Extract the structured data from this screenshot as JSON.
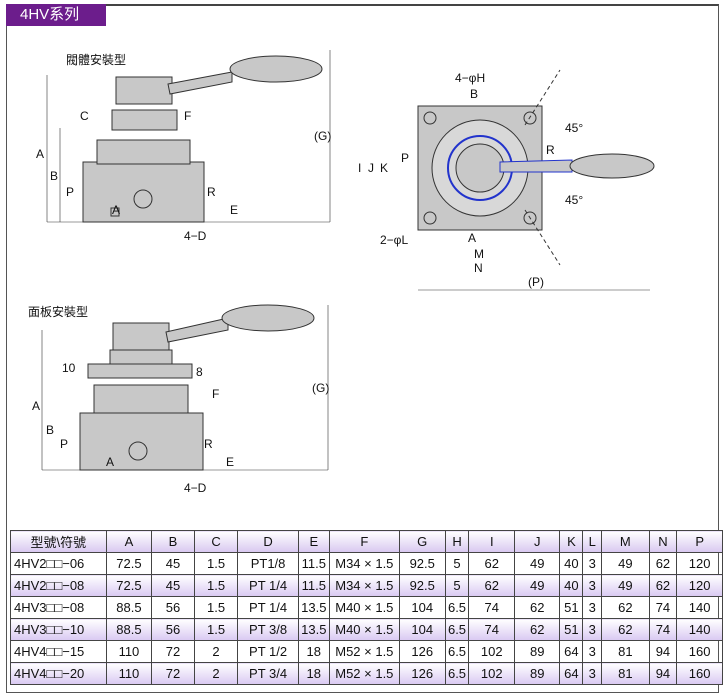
{
  "title": "4HV系列",
  "drawings": {
    "body_mount": {
      "caption": "閥體安裝型",
      "labels": [
        "A",
        "B",
        "C",
        "F",
        "(G)",
        "P",
        "R",
        "E",
        "4−D",
        "A"
      ]
    },
    "panel_mount": {
      "caption": "面板安裝型",
      "labels": [
        "A",
        "B",
        "10",
        "8",
        "F",
        "(G)",
        "P",
        "R",
        "E",
        "4−D",
        "A"
      ]
    },
    "top_view": {
      "labels": [
        "4−φH",
        "B",
        "P",
        "R",
        "I",
        "J",
        "K",
        "45°",
        "45°",
        "2−φL",
        "A",
        "M",
        "N",
        "(P)"
      ]
    }
  },
  "table": {
    "headers": [
      "型號\\符號",
      "A",
      "B",
      "C",
      "D",
      "E",
      "F",
      "G",
      "H",
      "I",
      "J",
      "K",
      "L",
      "M",
      "N",
      "P"
    ],
    "rows": [
      [
        "4HV2□□−06",
        "72.5",
        "45",
        "1.5",
        "PT1/8",
        "11.5",
        "M34 × 1.5",
        "92.5",
        "5",
        "62",
        "49",
        "40",
        "3",
        "49",
        "62",
        "120"
      ],
      [
        "4HV2□□−08",
        "72.5",
        "45",
        "1.5",
        "PT 1/4",
        "11.5",
        "M34 × 1.5",
        "92.5",
        "5",
        "62",
        "49",
        "40",
        "3",
        "49",
        "62",
        "120"
      ],
      [
        "4HV3□□−08",
        "88.5",
        "56",
        "1.5",
        "PT 1/4",
        "13.5",
        "M40 × 1.5",
        "104",
        "6.5",
        "74",
        "62",
        "51",
        "3",
        "62",
        "74",
        "140"
      ],
      [
        "4HV3□□−10",
        "88.5",
        "56",
        "1.5",
        "PT 3/8",
        "13.5",
        "M40 × 1.5",
        "104",
        "6.5",
        "74",
        "62",
        "51",
        "3",
        "62",
        "74",
        "140"
      ],
      [
        "4HV4□□−15",
        "110",
        "72",
        "2",
        "PT 1/2",
        "18",
        "M52 × 1.5",
        "126",
        "6.5",
        "102",
        "89",
        "64",
        "3",
        "81",
        "94",
        "160"
      ],
      [
        "4HV4□□−20",
        "110",
        "72",
        "2",
        "PT 3/4",
        "18",
        "M52 × 1.5",
        "126",
        "6.5",
        "102",
        "89",
        "64",
        "3",
        "81",
        "94",
        "160"
      ]
    ]
  },
  "colors": {
    "title_bg": "#6c1d8c",
    "row_tint": "#d9c9f2",
    "body": "#c8c8c8",
    "highlight": "#2233cc"
  }
}
